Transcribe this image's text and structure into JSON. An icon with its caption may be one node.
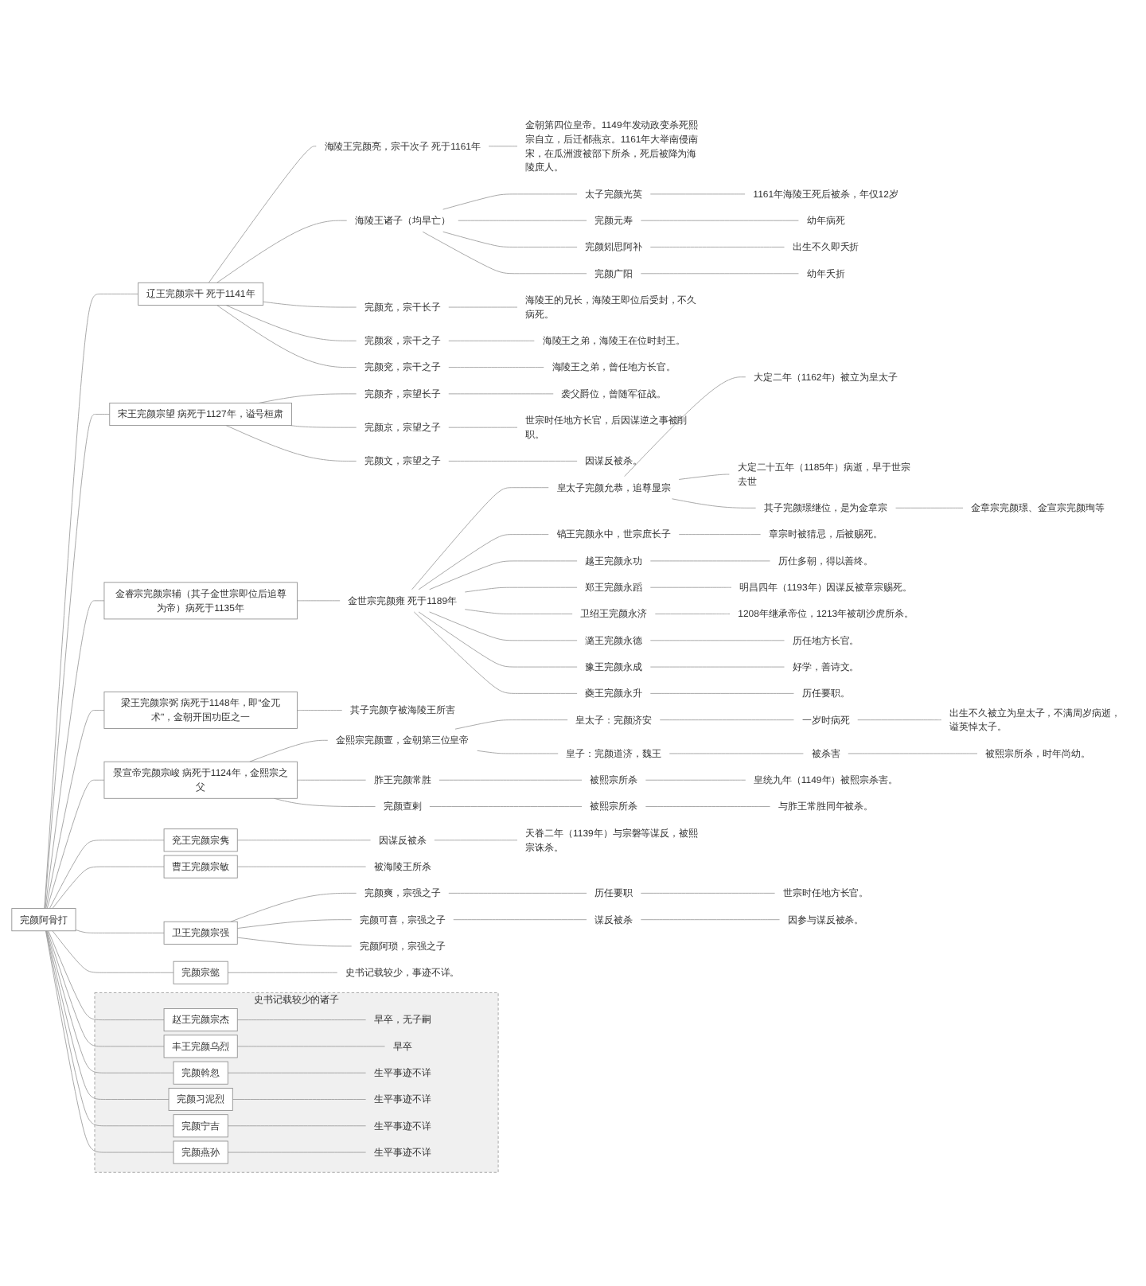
{
  "diagram": {
    "nodes": [
      {
        "text": [
          "完颜阿骨打"
        ]
      },
      {
        "text": [
          "辽王完颜宗干 死于1141年"
        ]
      },
      {
        "text": [
          "海陵王完颜亮，宗干次子 死于1161年"
        ]
      },
      {
        "text": [
          "金朝第四位皇帝。1149年发动政变杀死熙宗自立，后迁都燕京。1161年大举南侵南宋，在瓜洲渡被部下所杀，死后被降为海陵庶人。"
        ]
      },
      {
        "text": [
          "海陵王诸子（均早亡）"
        ]
      },
      {
        "text": [
          "太子完颜光英"
        ]
      },
      {
        "text": [
          "1161年海陵王死后被杀，年仅12岁"
        ]
      },
      {
        "text": [
          "完颜元寿"
        ]
      },
      {
        "text": [
          "幼年病死"
        ]
      },
      {
        "text": [
          "完颜矧思阿补"
        ]
      },
      {
        "text": [
          "出生不久即夭折"
        ]
      },
      {
        "text": [
          "完颜广阳"
        ]
      },
      {
        "text": [
          "幼年夭折"
        ]
      },
      {
        "text": [
          "完颜充，宗干长子"
        ]
      },
      {
        "text": [
          "海陵王的兄长，海陵王即位后受封，不久病死。"
        ]
      },
      {
        "text": [
          "完颜衮，宗干之子"
        ]
      },
      {
        "text": [
          "海陵王之弟，海陵王在位时封王。"
        ]
      },
      {
        "text": [
          "完颜兖，宗干之子"
        ]
      },
      {
        "text": [
          "海陵王之弟，曾任地方长官。"
        ]
      },
      {
        "text": [
          "宋王完颜宗望 病死于1127年，谥号桓肃"
        ]
      },
      {
        "text": [
          "完颜齐，宗望长子"
        ]
      },
      {
        "text": [
          "袭父爵位，曾随军征战。"
        ]
      },
      {
        "text": [
          "完颜京，宗望之子"
        ]
      },
      {
        "text": [
          "世宗时任地方长官，后因谋逆之事被削职。"
        ]
      },
      {
        "text": [
          "完颜文，宗望之子"
        ]
      },
      {
        "text": [
          "因谋反被杀。"
        ]
      },
      {
        "text": [
          "金睿宗完颜宗辅（其子金世宗即位后追尊为帝）病死于1135年"
        ]
      },
      {
        "text": [
          "金世宗完颜雍 死于1189年"
        ]
      },
      {
        "text": [
          "皇太子完颜允恭，追尊显宗"
        ]
      },
      {
        "text": [
          "大定二年（1162年）被立为皇太子"
        ]
      },
      {
        "text": [
          "大定二十五年（1185年）病逝，早于世宗去世"
        ]
      },
      {
        "text": [
          "其子完颜璟继位，是为金章宗"
        ]
      },
      {
        "text": [
          "金章宗完颜璟、金宣宗完颜珣等"
        ]
      },
      {
        "text": [
          "镐王完颜永中，世宗庶长子"
        ]
      },
      {
        "text": [
          "章宗时被猜忌，后被赐死。"
        ]
      },
      {
        "text": [
          "越王完颜永功"
        ]
      },
      {
        "text": [
          "历仕多朝，得以善终。"
        ]
      },
      {
        "text": [
          "郑王完颜永蹈"
        ]
      },
      {
        "text": [
          "明昌四年（1193年）因谋反被章宗赐死。"
        ]
      },
      {
        "text": [
          "卫绍王完颜永济"
        ]
      },
      {
        "text": [
          "1208年继承帝位，1213年被胡沙虎所杀。"
        ]
      },
      {
        "text": [
          "潞王完颜永德"
        ]
      },
      {
        "text": [
          "历任地方长官。"
        ]
      },
      {
        "text": [
          "豫王完颜永成"
        ]
      },
      {
        "text": [
          "好学，善诗文。"
        ]
      },
      {
        "text": [
          "夔王完颜永升"
        ]
      },
      {
        "text": [
          "历任要职。"
        ]
      },
      {
        "text": [
          "梁王完颜宗弼 病死于1148年，即“金兀术”，金朝开国功臣之一"
        ]
      },
      {
        "text": [
          "其子完颜亨被海陵王所害"
        ]
      },
      {
        "text": [
          "景宣帝完颜宗峻 病死于1124年，金熙宗之父"
        ]
      },
      {
        "text": [
          "金熙宗完颜亶，金朝第三位皇帝"
        ]
      },
      {
        "text": [
          "皇太子：完颜济安"
        ]
      },
      {
        "text": [
          "一岁时病死"
        ]
      },
      {
        "text": [
          "出生不久被立为皇太子，不满周岁病逝，谥英悼太子。"
        ]
      },
      {
        "text": [
          "皇子：完颜道济，魏王"
        ]
      },
      {
        "text": [
          "被杀害"
        ]
      },
      {
        "text": [
          "被熙宗所杀，时年尚幼。"
        ]
      },
      {
        "text": [
          "胙王完颜常胜"
        ]
      },
      {
        "text": [
          "被熙宗所杀"
        ]
      },
      {
        "text": [
          "皇统九年（1149年）被熙宗杀害。"
        ]
      },
      {
        "text": [
          "完颜查剌"
        ]
      },
      {
        "text": [
          "被熙宗所杀"
        ]
      },
      {
        "text": [
          "与胙王常胜同年被杀。"
        ]
      },
      {
        "text": [
          "兖王完颜宗隽"
        ]
      },
      {
        "text": [
          "因谋反被杀"
        ]
      },
      {
        "text": [
          "天眷二年（1139年）与宗磐等谋反，被熙宗诛杀。"
        ]
      },
      {
        "text": [
          "曹王完颜宗敏"
        ]
      },
      {
        "text": [
          "被海陵王所杀"
        ]
      },
      {
        "text": [
          "卫王完颜宗强"
        ]
      },
      {
        "text": [
          "完颜爽，宗强之子"
        ]
      },
      {
        "text": [
          "历任要职"
        ]
      },
      {
        "text": [
          "世宗时任地方长官。"
        ]
      },
      {
        "text": [
          "完颜可喜，宗强之子"
        ]
      },
      {
        "text": [
          "谋反被杀"
        ]
      },
      {
        "text": [
          "因参与谋反被杀。"
        ]
      },
      {
        "text": [
          "完颜阿琐，宗强之子"
        ]
      },
      {
        "text": [
          "完颜宗懿"
        ]
      },
      {
        "text": [
          "史书记载较少，事迹不详。"
        ]
      },
      {
        "text": [
          "史书记载较少的诸子"
        ]
      },
      {
        "text": [
          "赵王完颜宗杰"
        ],
        "in": 78
      },
      {
        "text": [
          "早卒，无子嗣"
        ],
        "in": 78
      },
      {
        "text": [
          "丰王完颜乌烈"
        ],
        "in": 78
      },
      {
        "text": [
          "早卒"
        ],
        "in": 78
      },
      {
        "text": [
          "完颜斡忽"
        ],
        "in": 78
      },
      {
        "text": [
          "生平事迹不详"
        ],
        "in": 78
      },
      {
        "text": [
          "完颜习泥烈"
        ],
        "in": 78
      },
      {
        "text": [
          "生平事迹不详"
        ],
        "in": 78
      },
      {
        "text": [
          "完颜宁吉"
        ],
        "in": 78
      },
      {
        "text": [
          "生平事迹不详"
        ],
        "in": 78
      },
      {
        "text": [
          "完颜燕孙"
        ],
        "in": 78
      },
      {
        "text": [
          "生平事迹不详"
        ],
        "in": 78
      }
    ],
    "edges": [
      {
        "from": 0,
        "to": 1,
        "arrow": "none"
      },
      {
        "from": 1,
        "to": 2,
        "arrow": "none"
      },
      {
        "from": 2,
        "to": 3,
        "arrow": "none"
      },
      {
        "from": 1,
        "to": 4,
        "arrow": "none"
      },
      {
        "from": 4,
        "to": 5,
        "arrow": "none"
      },
      {
        "from": 5,
        "to": 6,
        "arrow": "none"
      },
      {
        "from": 4,
        "to": 7,
        "arrow": "none"
      },
      {
        "from": 7,
        "to": 8,
        "arrow": "none"
      },
      {
        "from": 4,
        "to": 9,
        "arrow": "none"
      },
      {
        "from": 9,
        "to": 10,
        "arrow": "none"
      },
      {
        "from": 4,
        "to": 11,
        "arrow": "none"
      },
      {
        "from": 11,
        "to": 12,
        "arrow": "none"
      },
      {
        "from": 1,
        "to": 13,
        "arrow": "none"
      },
      {
        "from": 13,
        "to": 14,
        "arrow": "none"
      },
      {
        "from": 1,
        "to": 15,
        "arrow": "none"
      },
      {
        "from": 15,
        "to": 16,
        "arrow": "none"
      },
      {
        "from": 1,
        "to": 17,
        "arrow": "none"
      },
      {
        "from": 17,
        "to": 18,
        "arrow": "none"
      },
      {
        "from": 0,
        "to": 19,
        "arrow": "none"
      },
      {
        "from": 19,
        "to": 20,
        "arrow": "none"
      },
      {
        "from": 20,
        "to": 21,
        "arrow": "none"
      },
      {
        "from": 19,
        "to": 22,
        "arrow": "none"
      },
      {
        "from": 22,
        "to": 23,
        "arrow": "none"
      },
      {
        "from": 19,
        "to": 24,
        "arrow": "none"
      },
      {
        "from": 24,
        "to": 25,
        "arrow": "none"
      },
      {
        "from": 0,
        "to": 26,
        "arrow": "none"
      },
      {
        "from": 26,
        "to": 27,
        "arrow": "none"
      },
      {
        "from": 27,
        "to": 28,
        "arrow": "none"
      },
      {
        "from": 28,
        "to": 29,
        "arrow": "none"
      },
      {
        "from": 28,
        "to": 30,
        "arrow": "none"
      },
      {
        "from": 28,
        "to": 31,
        "arrow": "none"
      },
      {
        "from": 31,
        "to": 32,
        "arrow": "none"
      },
      {
        "from": 27,
        "to": 33,
        "arrow": "none"
      },
      {
        "from": 33,
        "to": 34,
        "arrow": "none"
      },
      {
        "from": 27,
        "to": 35,
        "arrow": "none"
      },
      {
        "from": 35,
        "to": 36,
        "arrow": "none"
      },
      {
        "from": 27,
        "to": 37,
        "arrow": "none"
      },
      {
        "from": 37,
        "to": 38,
        "arrow": "none"
      },
      {
        "from": 27,
        "to": 39,
        "arrow": "none"
      },
      {
        "from": 39,
        "to": 40,
        "arrow": "none"
      },
      {
        "from": 27,
        "to": 41,
        "arrow": "none"
      },
      {
        "from": 41,
        "to": 42,
        "arrow": "none"
      },
      {
        "from": 27,
        "to": 43,
        "arrow": "none"
      },
      {
        "from": 43,
        "to": 44,
        "arrow": "none"
      },
      {
        "from": 27,
        "to": 45,
        "arrow": "none"
      },
      {
        "from": 45,
        "to": 46,
        "arrow": "none"
      },
      {
        "from": 0,
        "to": 47,
        "arrow": "none"
      },
      {
        "from": 47,
        "to": 48,
        "arrow": "none"
      },
      {
        "from": 0,
        "to": 49,
        "arrow": "none"
      },
      {
        "from": 49,
        "to": 50,
        "arrow": "none"
      },
      {
        "from": 50,
        "to": 51,
        "arrow": "none"
      },
      {
        "from": 51,
        "to": 52,
        "arrow": "none"
      },
      {
        "from": 52,
        "to": 53,
        "arrow": "none"
      },
      {
        "from": 50,
        "to": 54,
        "arrow": "none"
      },
      {
        "from": 54,
        "to": 55,
        "arrow": "none"
      },
      {
        "from": 55,
        "to": 56,
        "arrow": "none"
      },
      {
        "from": 49,
        "to": 57,
        "arrow": "none"
      },
      {
        "from": 57,
        "to": 58,
        "arrow": "none"
      },
      {
        "from": 58,
        "to": 59,
        "arrow": "none"
      },
      {
        "from": 49,
        "to": 60,
        "arrow": "none"
      },
      {
        "from": 60,
        "to": 61,
        "arrow": "none"
      },
      {
        "from": 61,
        "to": 62,
        "arrow": "none"
      },
      {
        "from": 0,
        "to": 63,
        "arrow": "none"
      },
      {
        "from": 63,
        "to": 64,
        "arrow": "none"
      },
      {
        "from": 64,
        "to": 65,
        "arrow": "none"
      },
      {
        "from": 0,
        "to": 66,
        "arrow": "none"
      },
      {
        "from": 66,
        "to": 67,
        "arrow": "none"
      },
      {
        "from": 0,
        "to": 68,
        "arrow": "none"
      },
      {
        "from": 68,
        "to": 69,
        "arrow": "none"
      },
      {
        "from": 69,
        "to": 70,
        "arrow": "none"
      },
      {
        "from": 70,
        "to": 71,
        "arrow": "none"
      },
      {
        "from": 68,
        "to": 72,
        "arrow": "none"
      },
      {
        "from": 72,
        "to": 73,
        "arrow": "none"
      },
      {
        "from": 73,
        "to": 74,
        "arrow": "none"
      },
      {
        "from": 68,
        "to": 75,
        "arrow": "none"
      },
      {
        "from": 0,
        "to": 76,
        "arrow": "none"
      },
      {
        "from": 76,
        "to": 77,
        "arrow": "none"
      },
      {
        "from": 0,
        "to": 79,
        "arrow": "none"
      },
      {
        "from": 79,
        "to": 80,
        "arrow": "none"
      },
      {
        "from": 0,
        "to": 81,
        "arrow": "none"
      },
      {
        "from": 81,
        "to": 82,
        "arrow": "none"
      },
      {
        "from": 0,
        "to": 83,
        "arrow": "none"
      },
      {
        "from": 83,
        "to": 84,
        "arrow": "none"
      },
      {
        "from": 0,
        "to": 85,
        "arrow": "none"
      },
      {
        "from": 85,
        "to": 86,
        "arrow": "none"
      },
      {
        "from": 0,
        "to": 87,
        "arrow": "none"
      },
      {
        "from": 87,
        "to": 88,
        "arrow": "none"
      },
      {
        "from": 0,
        "to": 89,
        "arrow": "none"
      },
      {
        "from": 89,
        "to": 90,
        "arrow": "none"
      }
    ]
  }
}
